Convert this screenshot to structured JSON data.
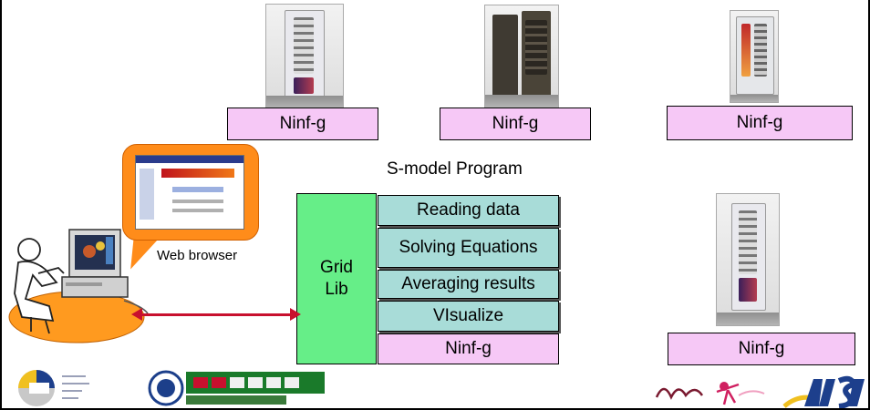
{
  "diagram": {
    "server_label": "Ninf-g",
    "program_title": "S-model Program",
    "grid_lib_label_line1": "Grid",
    "grid_lib_label_line2": "Lib",
    "steps": [
      "Reading data",
      "Solving Equations",
      "Averaging results",
      "VIsualize"
    ],
    "client_label": "Web browser"
  },
  "colors": {
    "ninf_box": "#f6c8f6",
    "grid_lib": "#66ee88",
    "step_box": "#a8dcd8",
    "bubble": "#ff8c1a",
    "arrow": "#c8102e"
  },
  "icons": [
    "server-rack-photo",
    "user-workstation-icon",
    "web-browser-screenshot",
    "gtrc-logo",
    "apgrid-logo",
    "ninf-logo",
    "aist-logo"
  ]
}
